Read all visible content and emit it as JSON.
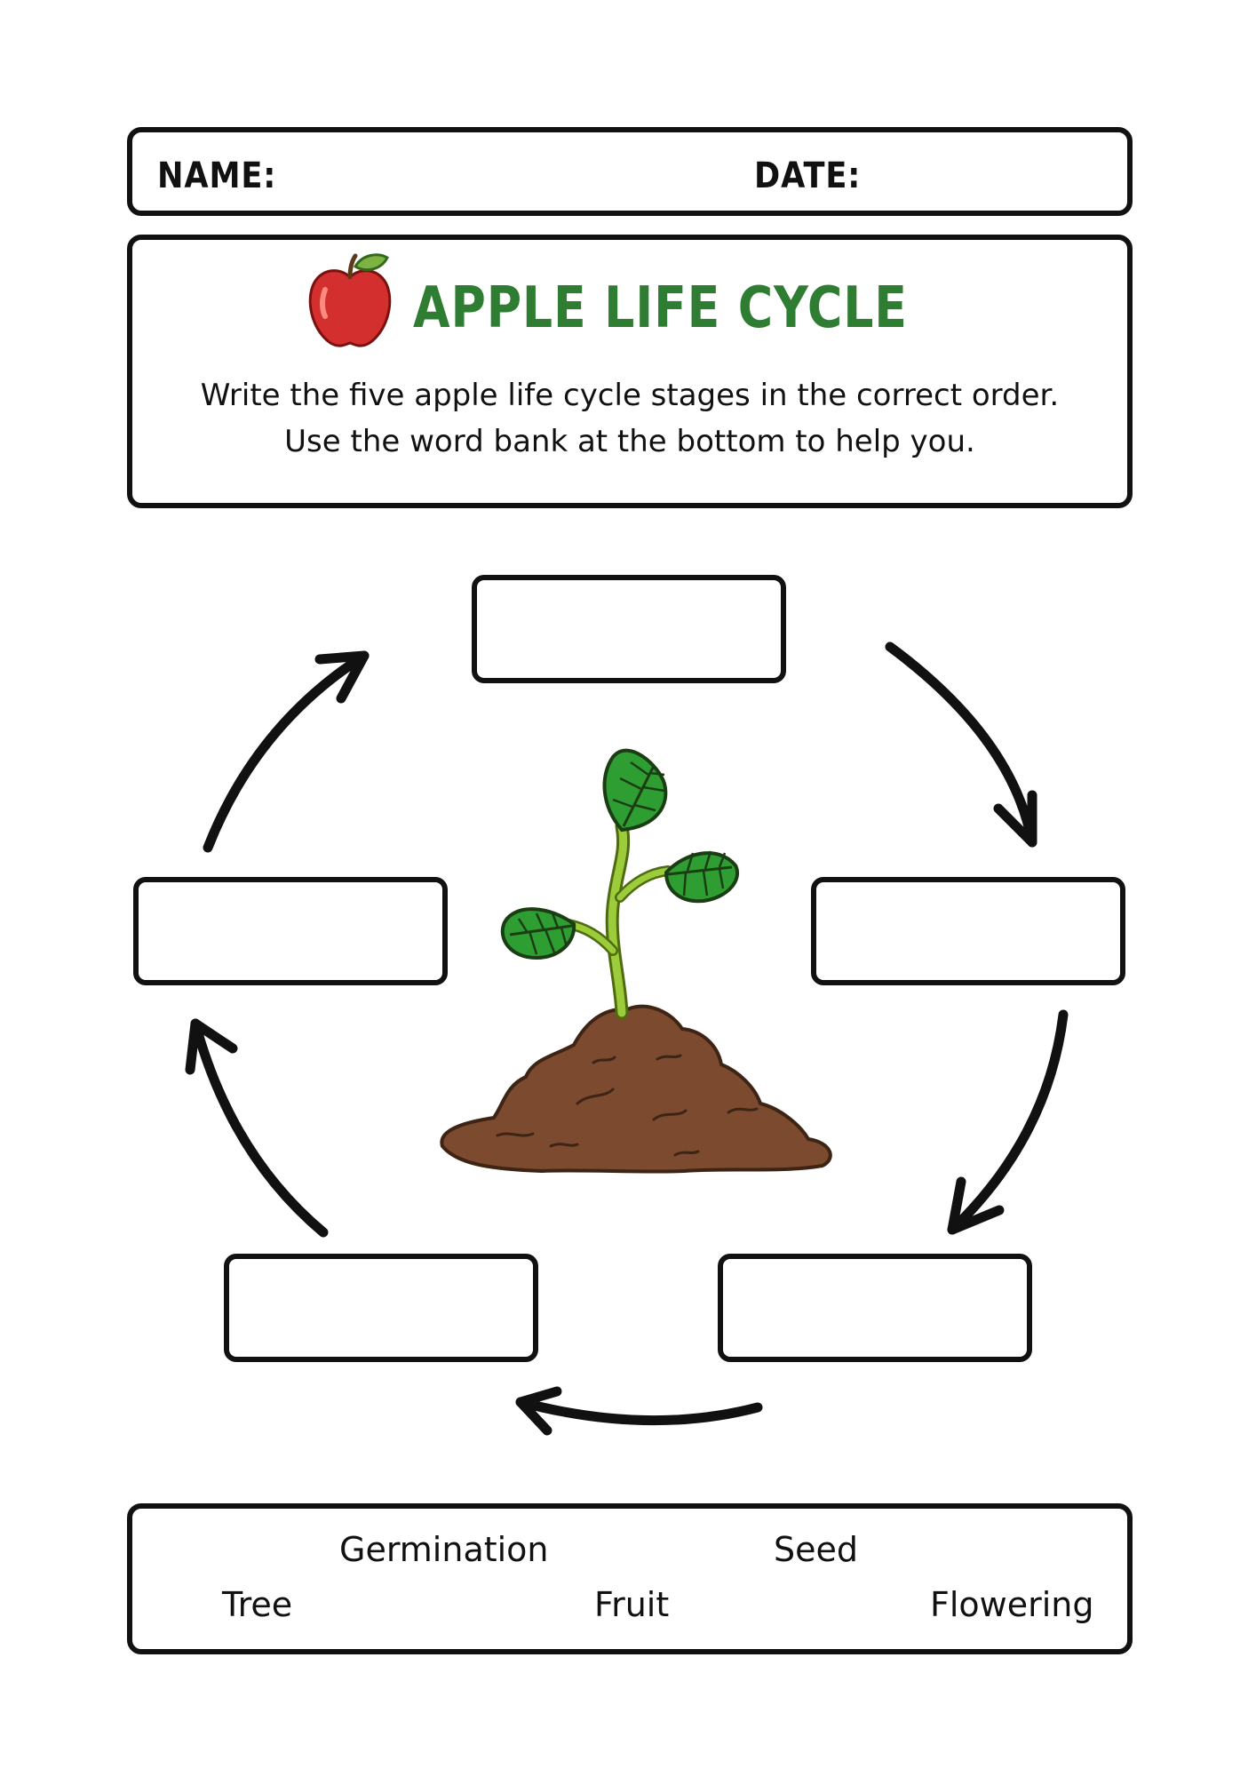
{
  "header": {
    "name_label": "NAME:",
    "date_label": "DATE:"
  },
  "title": {
    "text": "APPLE LIFE CYCLE",
    "icon": "apple-icon",
    "color": "#2e7d32"
  },
  "instructions": {
    "line1": "Write the five apple life cycle stages in the correct order.",
    "line2": "Use the word bank at the bottom to help you."
  },
  "diagram": {
    "center_image": "sprout-in-soil-illustration",
    "stage_count": 5,
    "arrow_direction": "clockwise"
  },
  "word_bank": {
    "words": [
      "Germination",
      "Seed",
      "Tree",
      "Fruit",
      "Flowering"
    ]
  }
}
